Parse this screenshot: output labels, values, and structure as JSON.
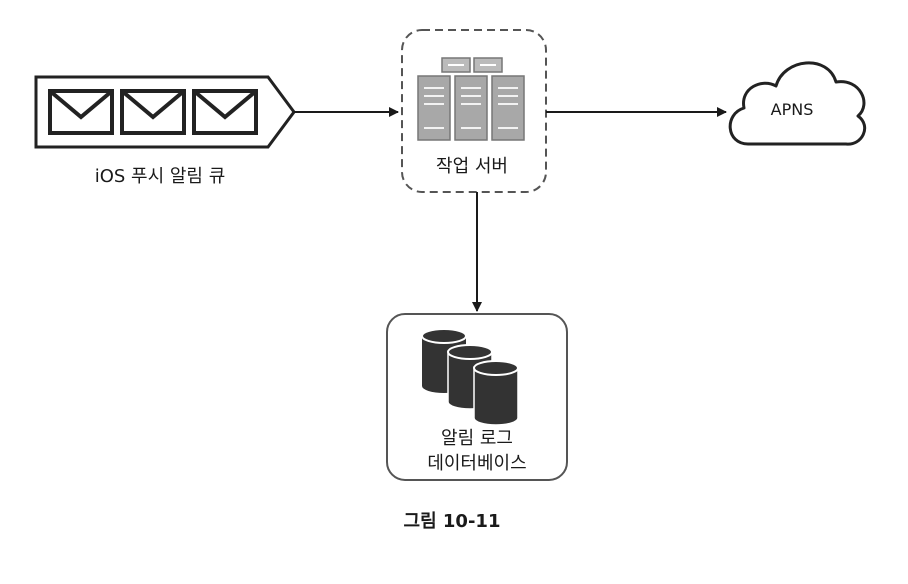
{
  "queue": {
    "label": "iOS 푸시 알림 큐"
  },
  "worker": {
    "label": "작업 서버"
  },
  "apns": {
    "label": "APNS"
  },
  "database": {
    "label_line1": "알림 로그",
    "label_line2": "데이터베이스"
  },
  "caption": "그림 10-11",
  "icons": {
    "queue": "envelope-icon",
    "worker": "server-icon",
    "apns": "cloud-icon",
    "database": "database-icon"
  }
}
